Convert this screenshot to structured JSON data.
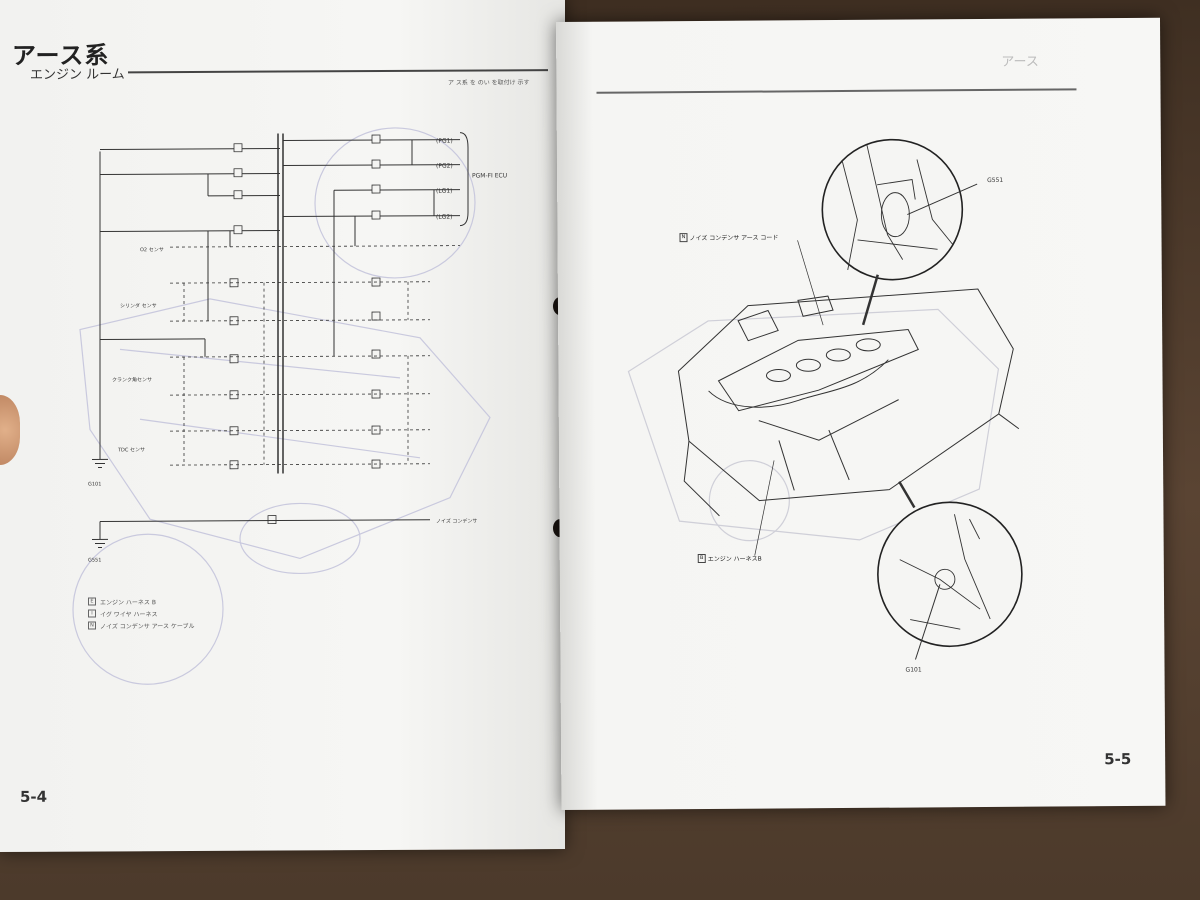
{
  "left_page": {
    "title": "アース系",
    "subtitle": "エンジン ルーム",
    "note": "ア ス系 を のい を取付け 示す",
    "page_number": "5-4",
    "ecu_label": "PGM-FI ECU",
    "terminals": [
      "(PG1)",
      "(PG2)",
      "(LG1)",
      "(LG2)"
    ],
    "sensor_labels": [
      "O2 センサ",
      "シリンダ センサ",
      "クランク角センサ",
      "TDC センサ"
    ],
    "ground_labels": [
      "G101",
      "G551"
    ],
    "noise_label": "ノイズ コンデンサ",
    "legend": [
      {
        "key": "E",
        "text": "エンジン ハーネス B"
      },
      {
        "key": "I",
        "text": "イグ ワイヤ ハーネス"
      },
      {
        "key": "N",
        "text": "ノイズ コンデンサ アース ケーブル"
      }
    ]
  },
  "right_page": {
    "page_number": "5-5",
    "header_tab": "アース",
    "callout_top": {
      "key": "N",
      "text": "ノイズ コンデンサ アース コード"
    },
    "callout_bottom": {
      "key": "B",
      "text": "エンジン ハーネスB"
    },
    "ground_top": "G551",
    "ground_bottom": "G101"
  }
}
